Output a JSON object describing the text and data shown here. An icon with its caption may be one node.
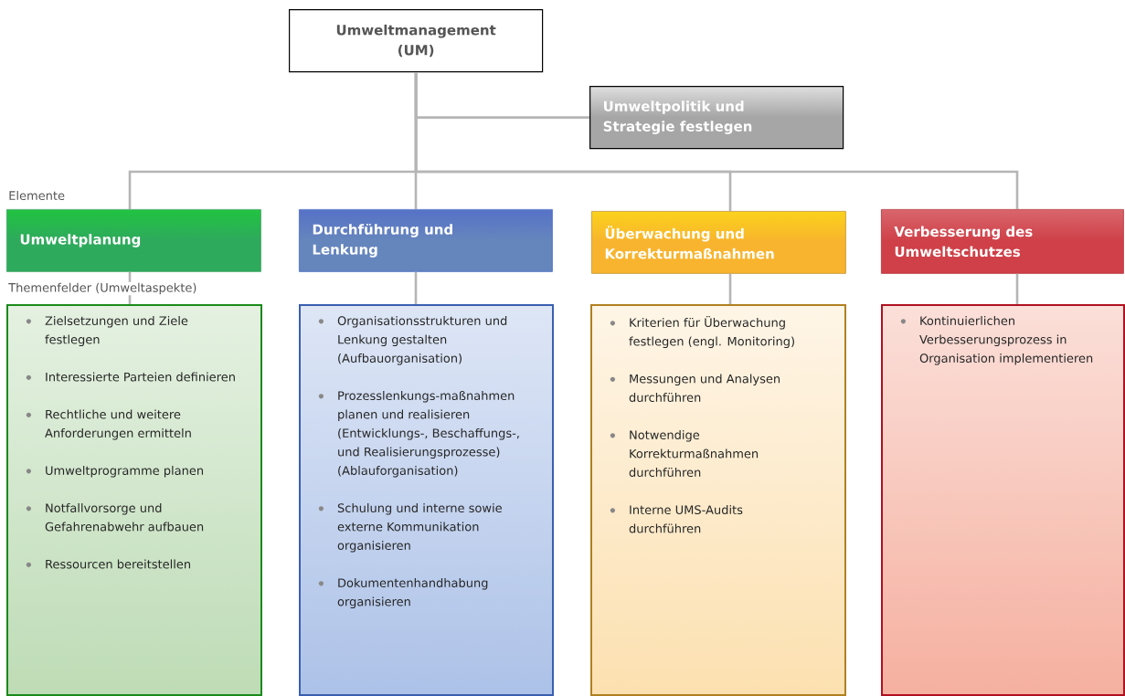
{
  "diagram": {
    "nodes": [
      {
        "text": [
          "Umweltmanagement (UM)"
        ]
      },
      {
        "text": [
          "Umweltpolitik und Strategie festlegen"
        ]
      },
      {
        "text": [
          "Umweltplanung"
        ]
      },
      {
        "text": [
          "Durchführung und Lenkung"
        ]
      },
      {
        "text": [
          "Überwachung und Korrekturmaßnahmen"
        ]
      },
      {
        "text": [
          "Verbesserung des Umweltschutzes"
        ]
      },
      {
        "text": [
          "Zielsetzungen und Ziele festlegen",
          "Interessierte Parteien definieren",
          "Rechtliche und weitere Anforderungen ermitteln",
          "Umweltprogramme planen",
          "Notfallvorsorge und Gefahrenabwehr aufbauen",
          "Ressourcen bereitstellen"
        ]
      },
      {
        "text": [
          "Organisationsstrukturen und Lenkung gestalten (Aufbauorganisation)",
          "Prozesslenkungs-maßnahmen planen und realisieren (Entwicklungs-, Beschaffungs-, und Realisierungsprozesse) (Ablauforganisation)",
          "Schulung und interne sowie externe Kommunikation organisieren",
          "Dokumentenhandhabung organisieren"
        ]
      },
      {
        "text": [
          "Kriterien für Überwachung festlegen (engl. Monitoring)",
          "Messungen und Analysen durchführen",
          "Notwendige Korrekturmaßnahmen durchführen",
          "Interne UMS-Audits durchführen"
        ]
      },
      {
        "text": [
          "Kontinuierlichen Verbesserungsprozess in Organisation implementieren"
        ]
      }
    ],
    "edges": [
      {
        "from": 0,
        "to": 1,
        "arrow": "none"
      },
      {
        "from": 0,
        "to": 2,
        "arrow": "none"
      },
      {
        "from": 0,
        "to": 3,
        "arrow": "none"
      },
      {
        "from": 0,
        "to": 4,
        "arrow": "none"
      },
      {
        "from": 0,
        "to": 5,
        "arrow": "none"
      },
      {
        "from": 2,
        "to": 6,
        "arrow": "none"
      },
      {
        "from": 3,
        "to": 7,
        "arrow": "none"
      },
      {
        "from": 4,
        "to": 8,
        "arrow": "none"
      },
      {
        "from": 5,
        "to": 9,
        "arrow": "none"
      }
    ],
    "labels": [
      "Elemente",
      "Themenfelder (Umweltaspekte)"
    ]
  }
}
